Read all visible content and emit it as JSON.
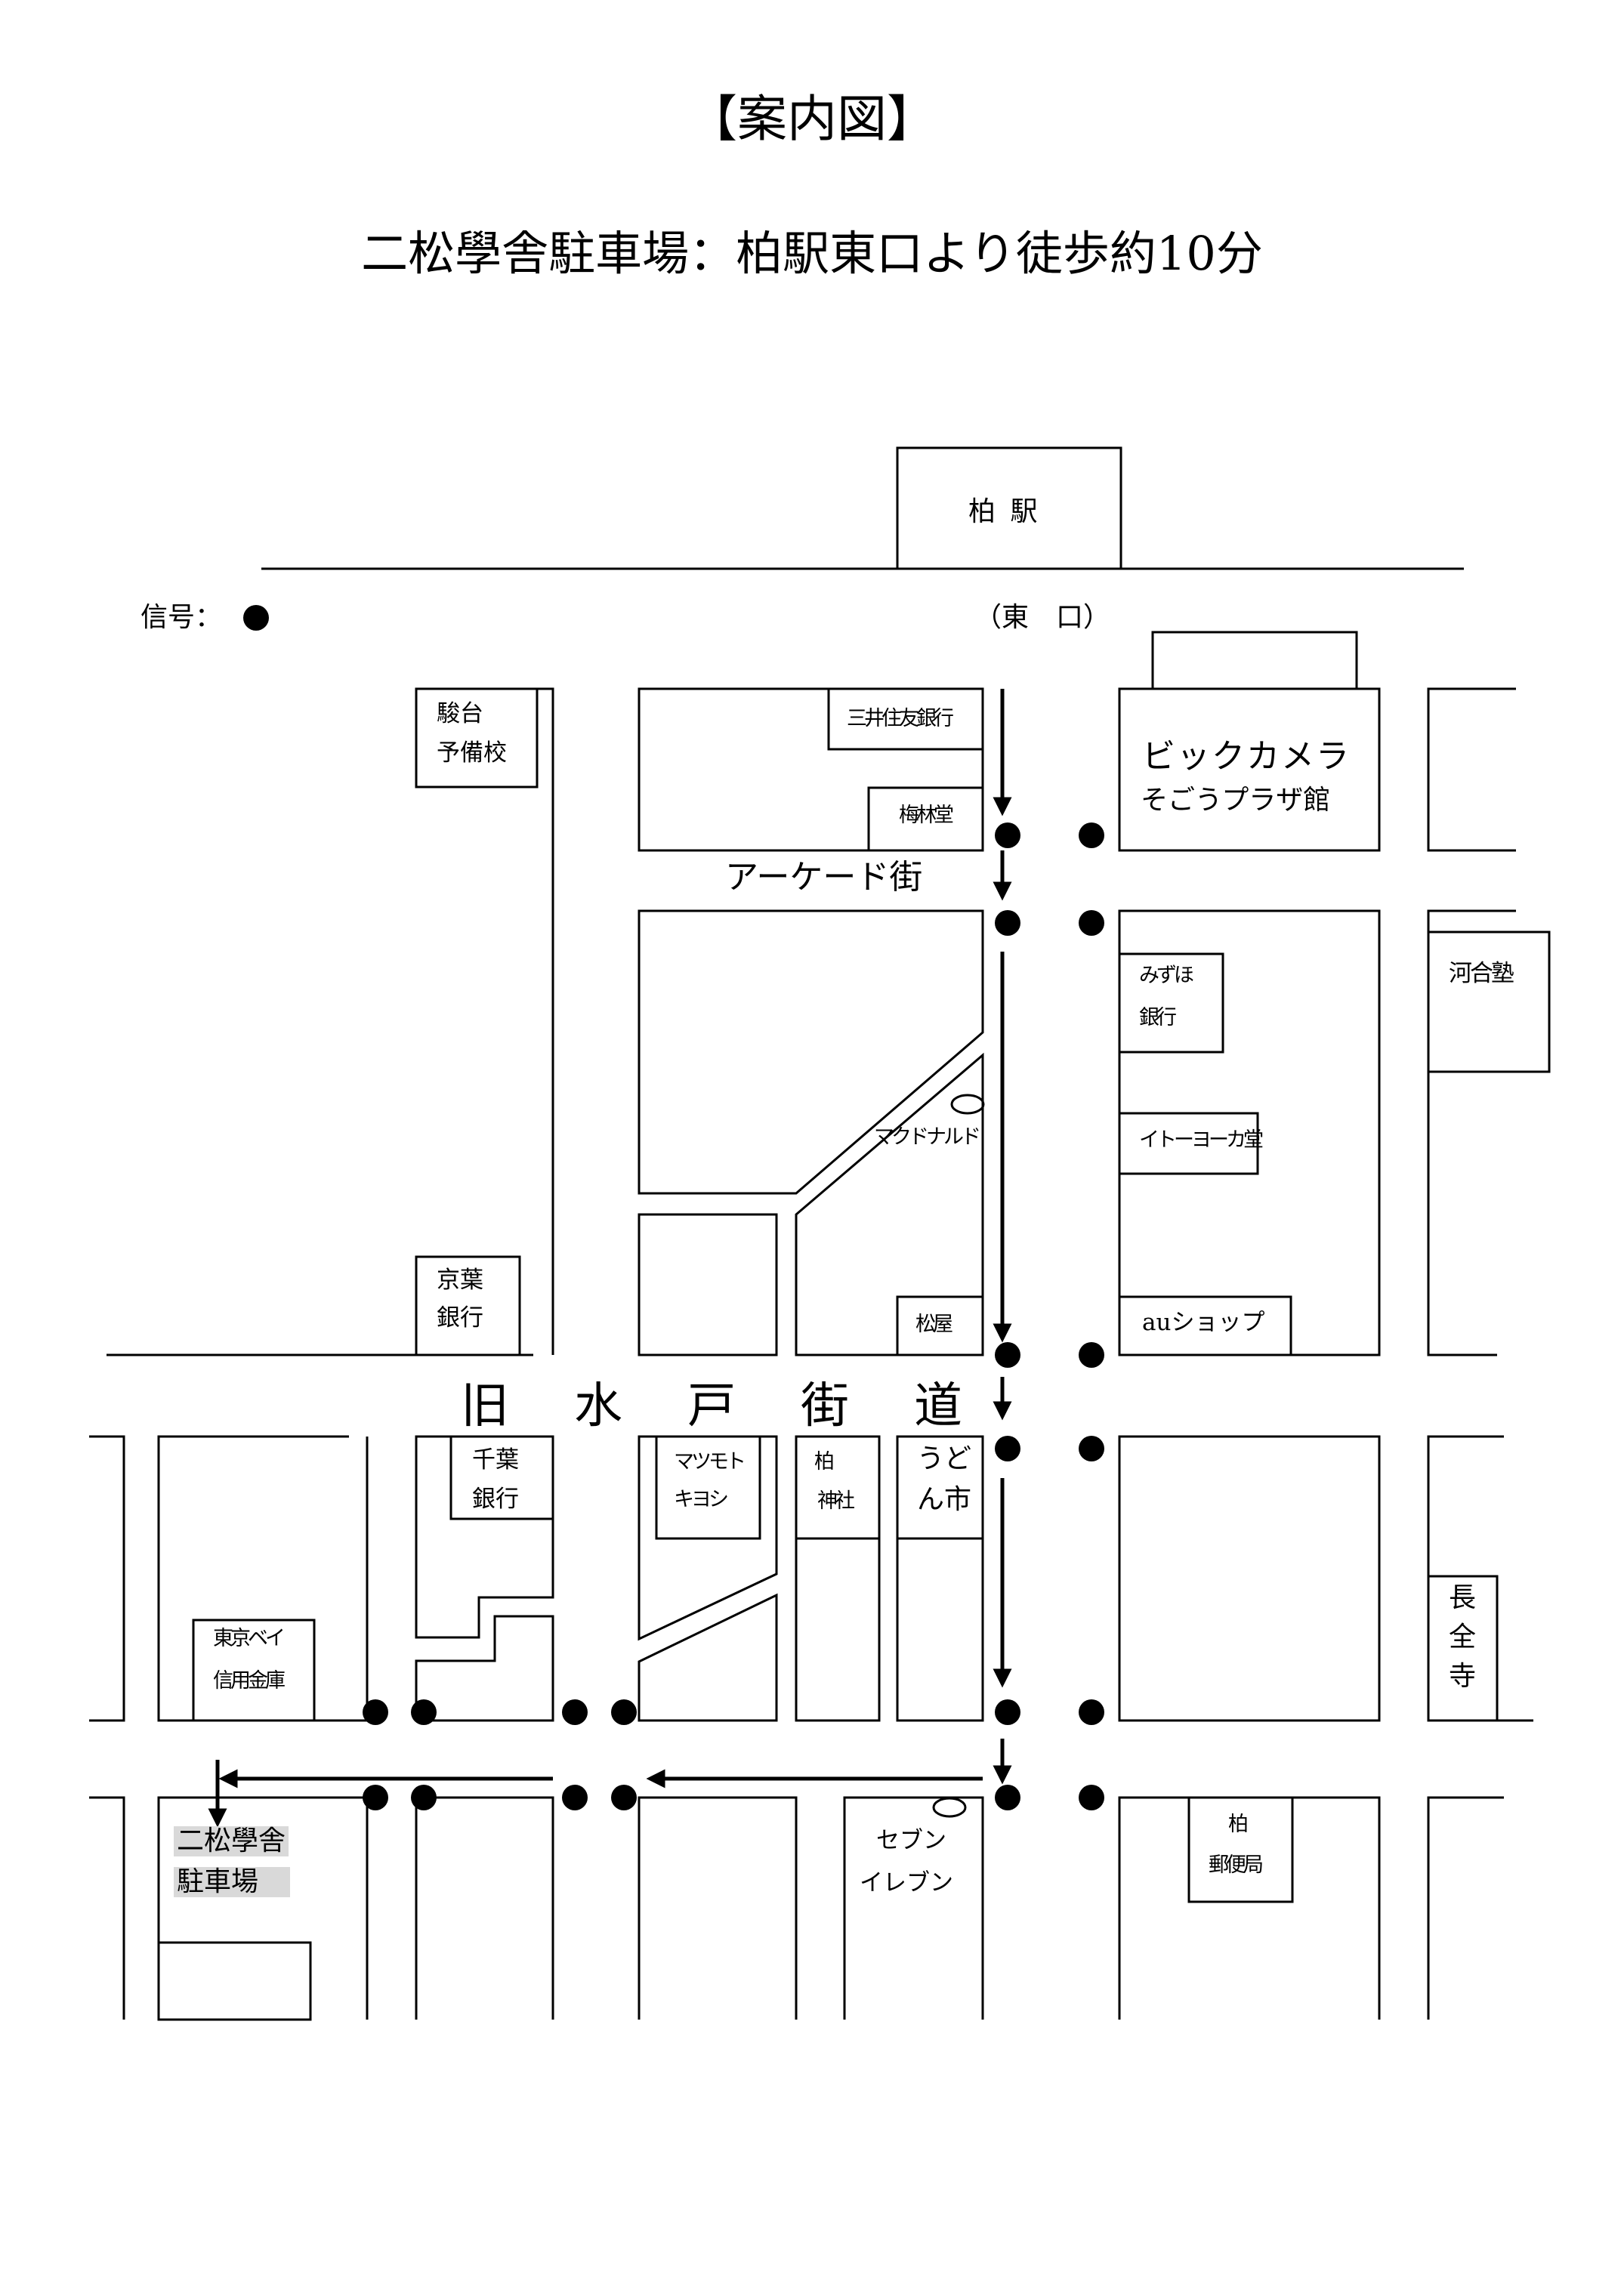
{
  "title": "【案内図】",
  "subtitle": "二松學舎駐車場：柏駅東口より徒歩約10分",
  "map": {
    "station": "柏 駅",
    "east_exit": "（東　口）",
    "signal_legend": "信号：",
    "arcade": "アーケード街",
    "street": [
      "旧",
      "水",
      "戸",
      "街",
      "道"
    ],
    "buildings": {
      "sundai_1": "駿台",
      "sundai_2": "予備校",
      "smbc": "三井住友銀行",
      "umebayashi": "梅林堂",
      "bic_1": "ビックカメラ",
      "bic_2": "そごうプラザ館",
      "kawai": "河合塾",
      "mizuho_1": "みずほ",
      "mizuho_2": "銀行",
      "mcd": "マクドナルド",
      "itoyokado": "イトーヨーカ堂",
      "keiyo_1": "京葉",
      "keiyo_2": "銀行",
      "matsuya": "松屋",
      "au": "auショップ",
      "chiba_1": "千葉",
      "chiba_2": "銀行",
      "matsumoto_1": "マツモト",
      "matsumoto_2": "キヨシ",
      "shrine_1": "柏",
      "shrine_2": "神社",
      "udon_1": "うど",
      "udon_2": "ん市",
      "tokyobay_1": "東京ベイ",
      "tokyobay_2": "信用金庫",
      "chozenji_1": "長",
      "chozenji_2": "全",
      "chozenji_3": "寺",
      "parking_1": "二松學舎",
      "parking_2": "駐車場",
      "seven_1": "セブン",
      "seven_2": "イレブン",
      "post_1": "柏",
      "post_2": "郵便局"
    }
  }
}
